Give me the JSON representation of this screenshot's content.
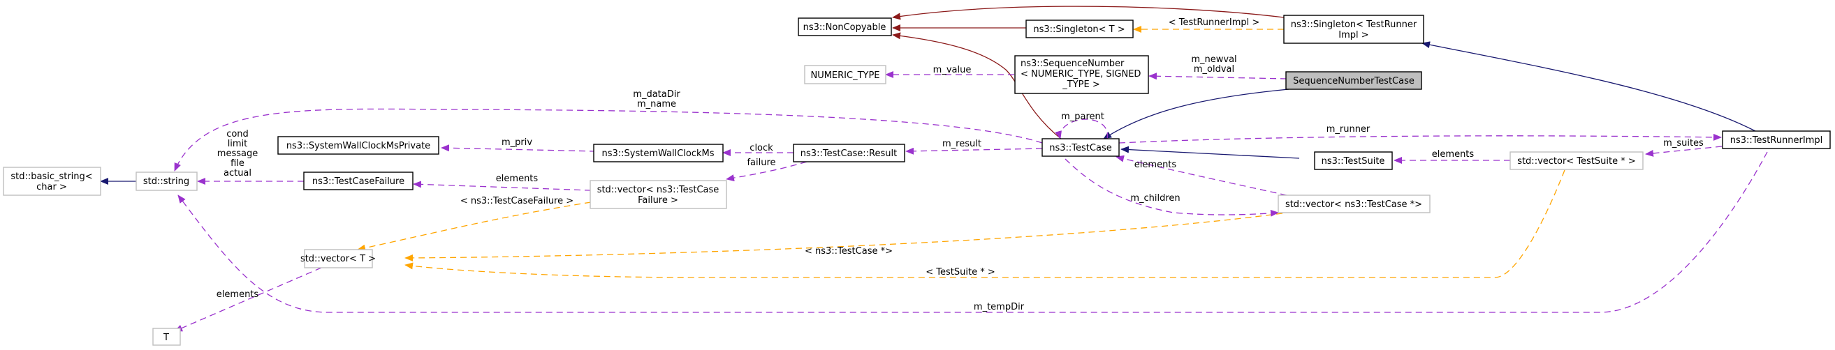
{
  "diagram": {
    "title": "SequenceNumberTestCase collaboration graph",
    "colors": {
      "inheritance_public": "#191970",
      "inheritance_private": "#8b1a1a",
      "usage": "#9a32cd",
      "template": "#ffa500",
      "focus_fill": "#bfbfbf",
      "external_border": "#bfbfbf"
    },
    "nodes": {
      "basic_string": {
        "lines": [
          "std::basic_string<",
          "char >"
        ],
        "kind": "external"
      },
      "std_string": {
        "lines": [
          "std::string"
        ],
        "kind": "external"
      },
      "wallclock_private": {
        "lines": [
          "ns3::SystemWallClockMsPrivate"
        ],
        "kind": "class"
      },
      "testcase_failure": {
        "lines": [
          "ns3::TestCaseFailure"
        ],
        "kind": "class"
      },
      "vector_t": {
        "lines": [
          "std::vector< T >"
        ],
        "kind": "external"
      },
      "t": {
        "lines": [
          "T"
        ],
        "kind": "external"
      },
      "wallclock": {
        "lines": [
          "ns3::SystemWallClockMs"
        ],
        "kind": "class"
      },
      "vector_failure": {
        "lines": [
          "std::vector< ns3::TestCase",
          "Failure >"
        ],
        "kind": "external"
      },
      "result": {
        "lines": [
          "ns3::TestCase::Result"
        ],
        "kind": "class"
      },
      "noncopyable": {
        "lines": [
          "ns3::NonCopyable"
        ],
        "kind": "class"
      },
      "numeric_type": {
        "lines": [
          "NUMERIC_TYPE"
        ],
        "kind": "external"
      },
      "singleton_t": {
        "lines": [
          "ns3::Singleton< T >"
        ],
        "kind": "class"
      },
      "sequence_number": {
        "lines": [
          "ns3::SequenceNumber",
          "< NUMERIC_TYPE, SIGNED",
          "_TYPE >"
        ],
        "kind": "class"
      },
      "testcase": {
        "lines": [
          "ns3::TestCase"
        ],
        "kind": "class"
      },
      "singleton_runner": {
        "lines": [
          "ns3::Singleton< TestRunner",
          "Impl >"
        ],
        "kind": "class"
      },
      "seqnum_testcase": {
        "lines": [
          "SequenceNumberTestCase"
        ],
        "kind": "focus"
      },
      "testsuite": {
        "lines": [
          "ns3::TestSuite"
        ],
        "kind": "class"
      },
      "vector_testcase": {
        "lines": [
          "std::vector< ns3::TestCase *>"
        ],
        "kind": "external"
      },
      "vector_testsuite": {
        "lines": [
          "std::vector< TestSuite * >"
        ],
        "kind": "external"
      },
      "testrunner_impl": {
        "lines": [
          "ns3::TestRunnerImpl"
        ],
        "kind": "class"
      }
    },
    "edges": [
      {
        "from": "std_string",
        "to": "basic_string",
        "type": "inherit-blue",
        "label": []
      },
      {
        "from": "testcase_failure",
        "to": "std_string",
        "type": "usage",
        "label": [
          "cond",
          "limit",
          "message",
          "file",
          "actual"
        ]
      },
      {
        "from": "testcase",
        "to": "std_string",
        "type": "usage",
        "label": [
          "m_dataDir",
          "m_name"
        ]
      },
      {
        "from": "testrunner_impl",
        "to": "std_string",
        "type": "usage",
        "label": [
          "m_tempDir"
        ]
      },
      {
        "from": "wallclock",
        "to": "wallclock_private",
        "type": "usage",
        "label": [
          "m_priv"
        ]
      },
      {
        "from": "vector_failure",
        "to": "testcase_failure",
        "type": "usage",
        "label": [
          "elements"
        ]
      },
      {
        "from": "vector_t",
        "to": "t",
        "type": "usage",
        "label": [
          "elements"
        ]
      },
      {
        "from": "vector_failure",
        "to": "vector_t",
        "type": "template",
        "label": [
          "< ns3::TestCaseFailure >"
        ]
      },
      {
        "from": "vector_testcase",
        "to": "vector_t",
        "type": "template",
        "label": [
          "< ns3::TestCase *>"
        ]
      },
      {
        "from": "vector_testsuite",
        "to": "vector_t",
        "type": "template",
        "label": [
          "< TestSuite * >"
        ]
      },
      {
        "from": "result",
        "to": "wallclock",
        "type": "usage",
        "label": [
          "clock"
        ]
      },
      {
        "from": "result",
        "to": "vector_failure",
        "type": "usage",
        "label": [
          "failure"
        ]
      },
      {
        "from": "testcase",
        "to": "result",
        "type": "usage",
        "label": [
          "m_result"
        ]
      },
      {
        "from": "singleton_t",
        "to": "noncopyable",
        "type": "inherit-red",
        "label": []
      },
      {
        "from": "singleton_runner",
        "to": "noncopyable",
        "type": "inherit-red",
        "label": []
      },
      {
        "from": "testcase",
        "to": "noncopyable",
        "type": "inherit-red",
        "label": []
      },
      {
        "from": "singleton_runner",
        "to": "singleton_t",
        "type": "template",
        "label": [
          "< TestRunnerImpl >"
        ]
      },
      {
        "from": "sequence_number",
        "to": "numeric_type",
        "type": "usage",
        "label": [
          "m_value"
        ]
      },
      {
        "from": "seqnum_testcase",
        "to": "sequence_number",
        "type": "usage",
        "label": [
          "m_newval",
          "m_oldval"
        ]
      },
      {
        "from": "seqnum_testcase",
        "to": "testcase",
        "type": "inherit-blue",
        "label": []
      },
      {
        "from": "testcase",
        "to": "testcase",
        "type": "usage",
        "label": [
          "m_parent"
        ]
      },
      {
        "from": "testcase",
        "to": "testrunner_impl",
        "type": "usage",
        "label": [
          "m_runner"
        ]
      },
      {
        "from": "testsuite",
        "to": "testcase",
        "type": "inherit-blue",
        "label": []
      },
      {
        "from": "vector_testcase",
        "to": "testcase",
        "type": "usage",
        "label": [
          "elements"
        ]
      },
      {
        "from": "testcase",
        "to": "vector_testcase",
        "type": "usage",
        "label": [
          "m_children"
        ]
      },
      {
        "from": "vector_testsuite",
        "to": "testsuite",
        "type": "usage",
        "label": [
          "elements"
        ]
      },
      {
        "from": "testrunner_impl",
        "to": "vector_testsuite",
        "type": "usage",
        "label": [
          "m_suites"
        ]
      },
      {
        "from": "testrunner_impl",
        "to": "singleton_runner",
        "type": "inherit-blue",
        "label": []
      }
    ]
  }
}
